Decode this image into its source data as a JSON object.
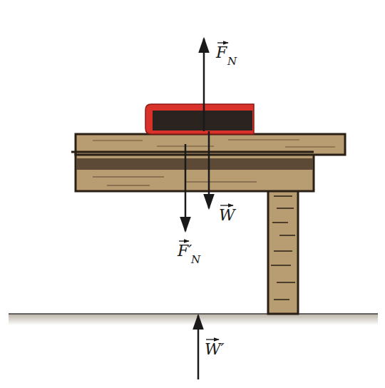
{
  "diagram": {
    "labels": [
      "F",
      "N",
      "W",
      "F′",
      "N",
      "W′"
    ]
  }
}
